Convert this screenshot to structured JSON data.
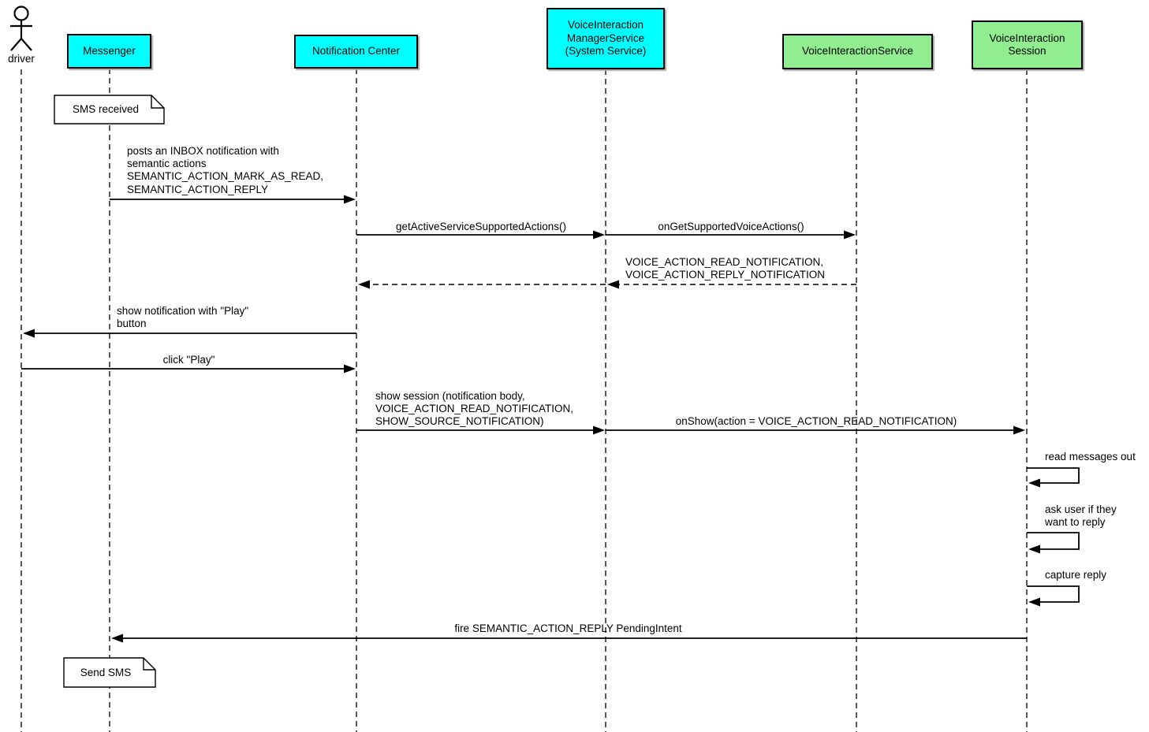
{
  "diagram": {
    "type": "uml-sequence-diagram",
    "colors": {
      "participant_cyan": "#00ffff",
      "participant_green": "#90ee90",
      "line": "#000000",
      "note_bg": "#ffffff"
    },
    "actor": {
      "label": "driver"
    },
    "participants": [
      {
        "id": "messenger",
        "label": "Messenger",
        "color": "cyan"
      },
      {
        "id": "notification-center",
        "label": "Notification Center",
        "color": "cyan"
      },
      {
        "id": "voice-interaction-manager-service",
        "label": "VoiceInteraction\nManagerService\n(System Service)",
        "color": "cyan"
      },
      {
        "id": "voice-interaction-service",
        "label": "VoiceInteractionService",
        "color": "green"
      },
      {
        "id": "voice-interaction-session",
        "label": "VoiceInteraction\nSession",
        "color": "green"
      }
    ],
    "notes": [
      {
        "id": "sms-received",
        "attached_to": "Messenger",
        "text": "SMS received"
      },
      {
        "id": "send-sms",
        "attached_to": "Messenger",
        "text": "Send SMS"
      }
    ],
    "messages": [
      {
        "from": "Messenger",
        "to": "Notification Center",
        "kind": "solid",
        "text": "posts an INBOX notification with\nsemantic actions\nSEMANTIC_ACTION_MARK_AS_READ,\nSEMANTIC_ACTION_REPLY"
      },
      {
        "from": "Notification Center",
        "to": "VoiceInteraction ManagerService (System Service)",
        "kind": "solid",
        "text": "getActiveServiceSupportedActions()"
      },
      {
        "from": "VoiceInteraction ManagerService (System Service)",
        "to": "VoiceInteractionService",
        "kind": "solid",
        "text": "onGetSupportedVoiceActions()"
      },
      {
        "from": "VoiceInteractionService",
        "to": "Notification Center",
        "kind": "dashed-return",
        "text": "VOICE_ACTION_READ_NOTIFICATION,\nVOICE_ACTION_REPLY_NOTIFICATION"
      },
      {
        "from": "Notification Center",
        "to": "driver",
        "kind": "solid",
        "text": "show notification with \"Play\"\nbutton"
      },
      {
        "from": "driver",
        "to": "Notification Center",
        "kind": "solid",
        "text": "click \"Play\""
      },
      {
        "from": "Notification Center",
        "to": "VoiceInteraction ManagerService (System Service)",
        "kind": "solid",
        "text": "show session (notification body,\nVOICE_ACTION_READ_NOTIFICATION,\nSHOW_SOURCE_NOTIFICATION)"
      },
      {
        "from": "VoiceInteraction ManagerService (System Service)",
        "to": "VoiceInteraction Session",
        "kind": "solid",
        "text": "onShow(action = VOICE_ACTION_READ_NOTIFICATION)"
      },
      {
        "from": "VoiceInteraction Session",
        "to": "VoiceInteraction Session",
        "kind": "self",
        "text": "read messages out"
      },
      {
        "from": "VoiceInteraction Session",
        "to": "VoiceInteraction Session",
        "kind": "self",
        "text": "ask user if they\nwant to reply"
      },
      {
        "from": "VoiceInteraction Session",
        "to": "VoiceInteraction Session",
        "kind": "self",
        "text": "capture reply"
      },
      {
        "from": "VoiceInteraction Session",
        "to": "Messenger",
        "kind": "solid",
        "text": "fire SEMANTIC_ACTION_REPLY PendingIntent"
      }
    ]
  }
}
